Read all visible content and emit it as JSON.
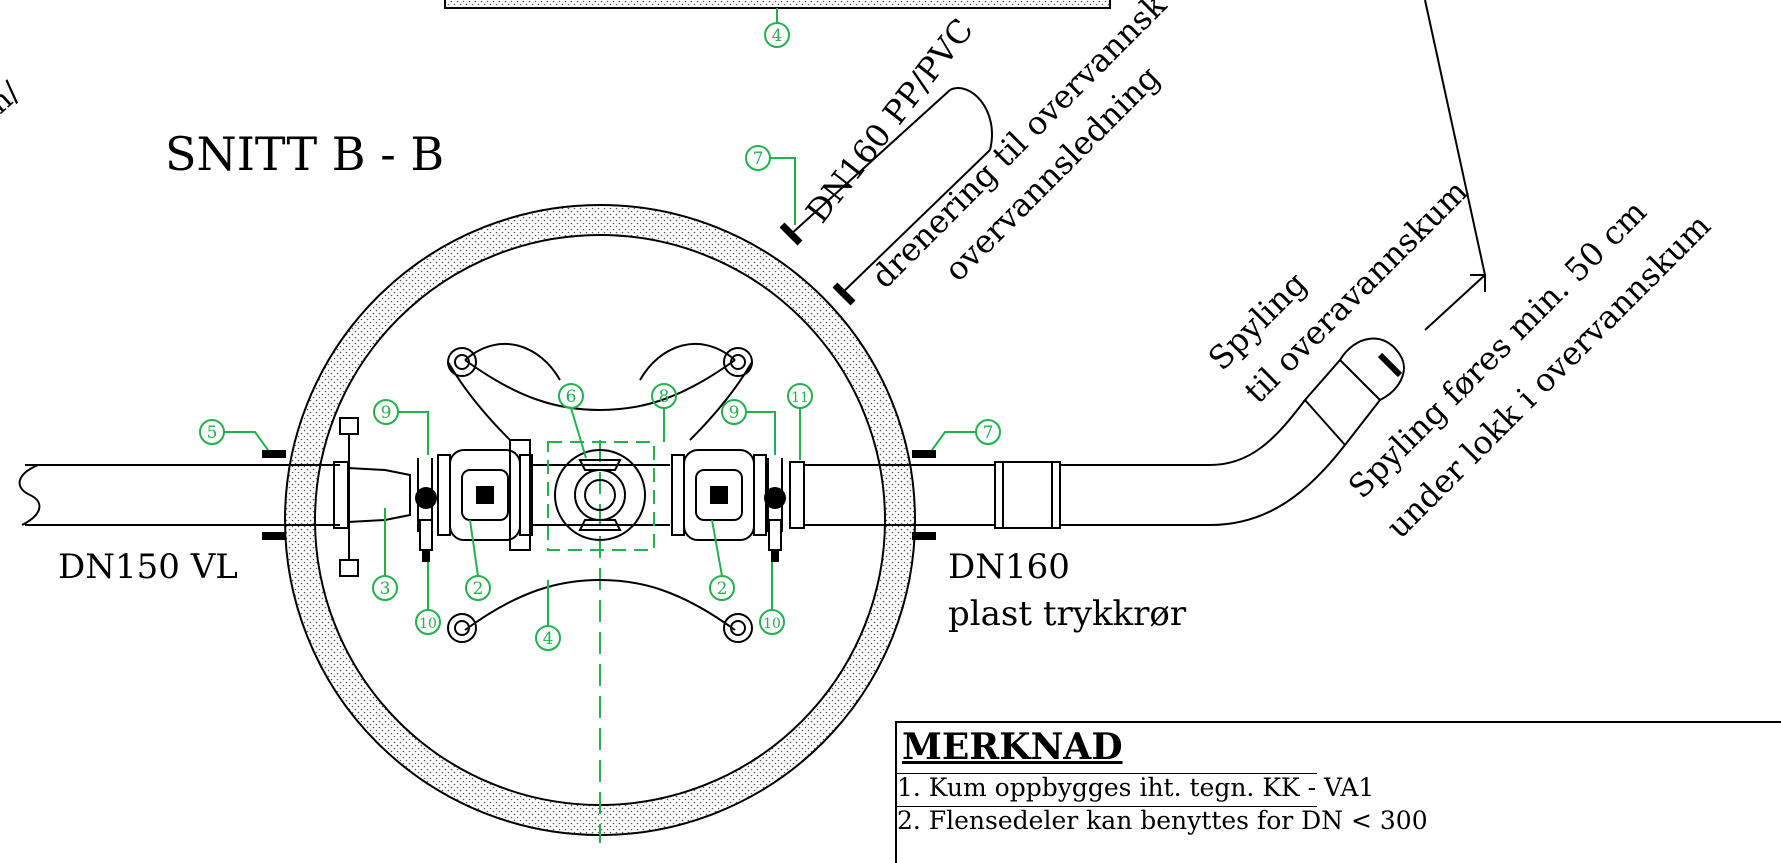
{
  "title": "SNITT B - B",
  "labels": {
    "inlet": "DN150 VL",
    "outlet_line1": "DN160",
    "outlet_line2": "plast trykkrør",
    "drain_pipe": "DN160 PP/PVC",
    "drain_line1": "drenering til overvannsk",
    "drain_line2": "overvannsledning",
    "flush_line1": "Spyling",
    "flush_line2": "til overavannskum",
    "flush_note_line1": "Spyling føres min. 50 cm",
    "flush_note_line2": "under lokk i overvannskum",
    "cut_top_left": "n/"
  },
  "callouts": [
    "4",
    "7",
    "5",
    "9",
    "6",
    "8",
    "9",
    "11",
    "7",
    "3",
    "2",
    "2",
    "10",
    "10",
    "4"
  ],
  "notes": {
    "title": "MERKNAD",
    "items": [
      "1. Kum oppbygges iht. tegn. KK - VA1",
      "2. Flensedeler kan benyttes for DN < 300"
    ]
  },
  "colors": {
    "callout": "#22b14c",
    "line": "#000000"
  }
}
